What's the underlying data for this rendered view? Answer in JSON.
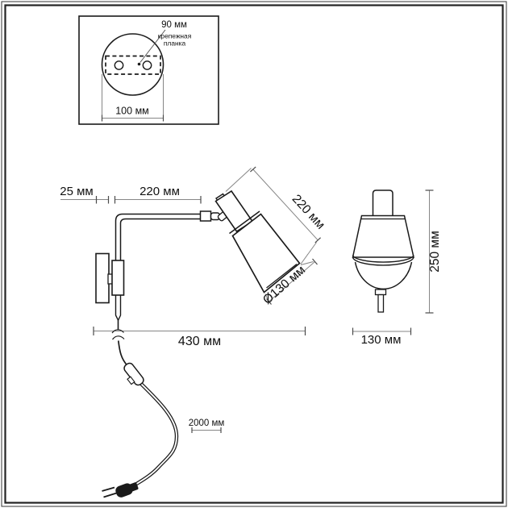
{
  "title": "Wall lamp dimension drawing",
  "colors": {
    "line": "#1a1a1a",
    "dimension_line": "#868686",
    "text": "#111111",
    "background": "#ffffff"
  },
  "detail_view": {
    "dim_90": "90 мм",
    "bracket_label_line1": "крепежная",
    "bracket_label_line2": "планка",
    "dim_100": "100 мм"
  },
  "main_view": {
    "dim_25": "25 мм",
    "dim_220_arm": "220 мм",
    "dim_220_shade": "220 мм",
    "dim_diameter_130": "Ø130 мм",
    "dim_430": "430 мм",
    "dim_2000": "2000 мм"
  },
  "side_view": {
    "dim_250": "250 мм",
    "dim_130": "130 мм"
  }
}
